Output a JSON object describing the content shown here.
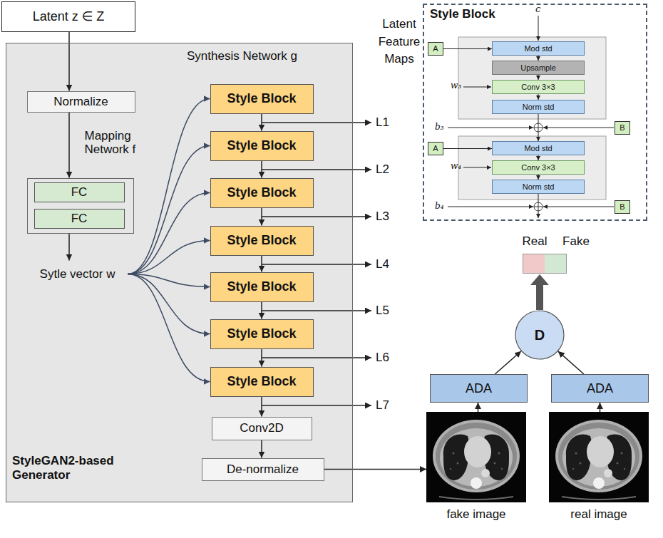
{
  "diagram": {
    "nodes": [
      {
        "text": [
          "Latent z ∈ Z"
        ]
      },
      {
        "text": [
          "StyleGAN2-based Generator"
        ]
      },
      {
        "text": [
          "Normalize"
        ],
        "in": 1
      },
      {
        "text": [
          "Mapping Network f"
        ],
        "in": 1
      },
      {
        "text": [
          "FC"
        ],
        "in": 3
      },
      {
        "text": [
          "FC"
        ],
        "in": 3
      },
      {
        "text": [
          "Sytle vector w"
        ],
        "in": 1
      },
      {
        "text": [
          "Style Block"
        ],
        "in": 1
      },
      {
        "text": [
          "Style Block"
        ],
        "in": 1
      },
      {
        "text": [
          "Style Block"
        ],
        "in": 1
      },
      {
        "text": [
          "Style Block"
        ],
        "in": 1
      },
      {
        "text": [
          "Style Block"
        ],
        "in": 1
      },
      {
        "text": [
          "Style Block"
        ],
        "in": 1
      },
      {
        "text": [
          "Style Block"
        ],
        "in": 1
      },
      {
        "text": [
          "Conv2D"
        ],
        "in": 1
      },
      {
        "text": [
          "De-normalize"
        ],
        "in": 1
      },
      {
        "text": [
          "Style Block"
        ]
      },
      {
        "text": [
          "A"
        ],
        "in": 16
      },
      {
        "text": [
          "Mod std"
        ],
        "in": 16
      },
      {
        "text": [
          "Upsample"
        ],
        "in": 16
      },
      {
        "text": [
          "Conv 3×3"
        ],
        "in": 16
      },
      {
        "text": [
          "Norm std"
        ],
        "in": 16
      },
      {
        "text": [
          "B"
        ],
        "in": 16
      },
      {
        "text": [
          "A"
        ],
        "in": 16
      },
      {
        "text": [
          "Mod std"
        ],
        "in": 16
      },
      {
        "text": [
          "Conv 3×3"
        ],
        "in": 16
      },
      {
        "text": [
          "Norm std"
        ],
        "in": 16
      },
      {
        "text": [
          "B"
        ],
        "in": 16
      },
      {
        "text": [
          "Real",
          "Fake"
        ]
      },
      {
        "text": [
          "D"
        ]
      },
      {
        "text": [
          "ADA"
        ]
      },
      {
        "text": [
          "ADA"
        ]
      },
      {
        "text": [
          "fake image"
        ]
      },
      {
        "text": [
          "real image"
        ]
      }
    ],
    "edges": [
      {
        "from": 0,
        "to": 2,
        "arrow": "to"
      },
      {
        "from": 2,
        "to": 3,
        "arrow": "to"
      },
      {
        "from": 3,
        "to": 6,
        "arrow": "to"
      },
      {
        "from": 6,
        "to": 7,
        "arrow": "to"
      },
      {
        "from": 6,
        "to": 8,
        "arrow": "to"
      },
      {
        "from": 6,
        "to": 9,
        "arrow": "to"
      },
      {
        "from": 6,
        "to": 10,
        "arrow": "to"
      },
      {
        "from": 6,
        "to": 11,
        "arrow": "to"
      },
      {
        "from": 6,
        "to": 12,
        "arrow": "to"
      },
      {
        "from": 6,
        "to": 13,
        "arrow": "to"
      },
      {
        "from": 7,
        "to": 8,
        "arrow": "to"
      },
      {
        "from": 8,
        "to": 9,
        "arrow": "to"
      },
      {
        "from": 9,
        "to": 10,
        "arrow": "to"
      },
      {
        "from": 10,
        "to": 11,
        "arrow": "to"
      },
      {
        "from": 11,
        "to": 12,
        "arrow": "to"
      },
      {
        "from": 12,
        "to": 13,
        "arrow": "to"
      },
      {
        "from": 13,
        "to": 14,
        "arrow": "to"
      },
      {
        "from": 14,
        "to": 15,
        "arrow": "to"
      },
      {
        "from": 15,
        "to": 32,
        "arrow": "to"
      },
      {
        "from": 17,
        "to": 18,
        "arrow": "to"
      },
      {
        "from": 18,
        "to": 19,
        "arrow": "to"
      },
      {
        "from": 19,
        "to": 20,
        "arrow": "to"
      },
      {
        "from": 20,
        "to": 21,
        "arrow": "to"
      },
      {
        "from": 21,
        "to": 24,
        "arrow": "to"
      },
      {
        "from": 23,
        "to": 24,
        "arrow": "to"
      },
      {
        "from": 24,
        "to": 25,
        "arrow": "to"
      },
      {
        "from": 25,
        "to": 26,
        "arrow": "to"
      },
      {
        "from": 32,
        "to": 30,
        "arrow": "to"
      },
      {
        "from": 33,
        "to": 31,
        "arrow": "to"
      },
      {
        "from": 30,
        "to": 29,
        "arrow": "to"
      },
      {
        "from": 31,
        "to": 29,
        "arrow": "to"
      },
      {
        "from": 29,
        "to": 28,
        "arrow": "to"
      }
    ],
    "labels": [
      "Synthesis Network g",
      "Latent Feature Maps",
      "c",
      "w₃",
      "b₃",
      "w₄",
      "b₄",
      "L1",
      "L2",
      "L3",
      "L4",
      "L5",
      "L6",
      "L7"
    ]
  }
}
